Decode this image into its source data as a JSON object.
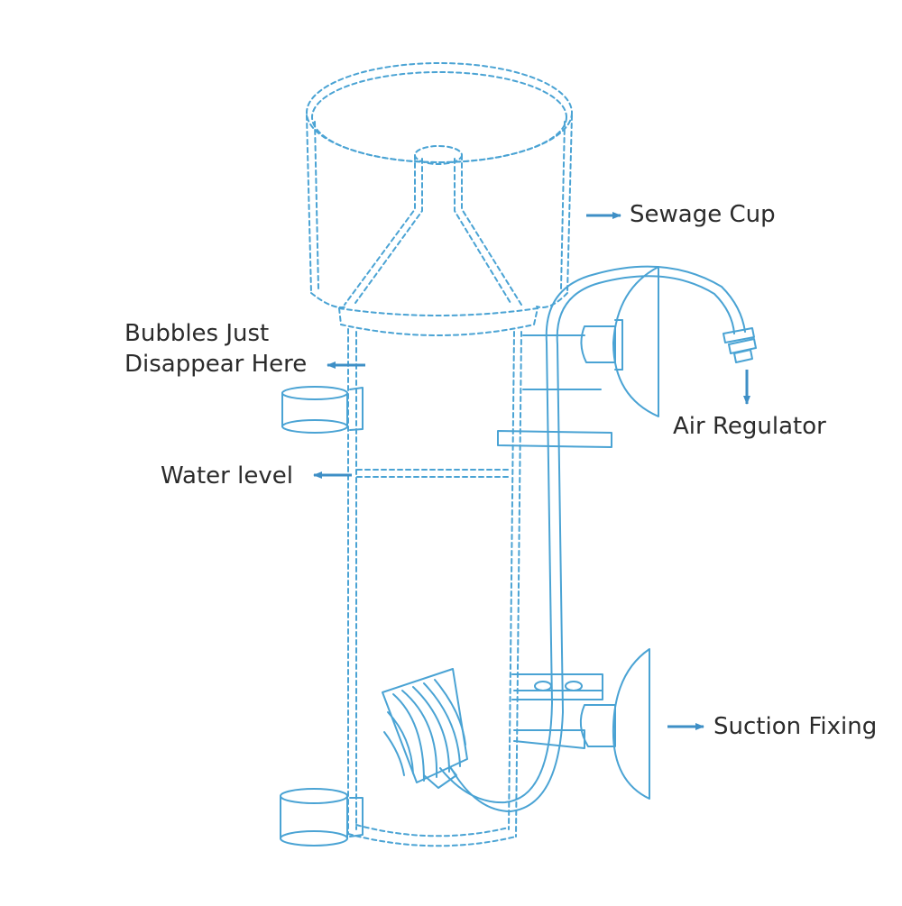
{
  "colors": {
    "line": "#4aa3d4",
    "arrow": "#3e8fc6",
    "text": "#2b2b2b",
    "background": "#ffffff"
  },
  "labels": {
    "sewage_cup": "Sewage Cup",
    "bubbles_line1": "Bubbles Just",
    "bubbles_line2": "Disappear Here",
    "water_level": "Water level",
    "air_regulator": "Air Regulator",
    "suction_fixing": "Suction Fixing"
  }
}
